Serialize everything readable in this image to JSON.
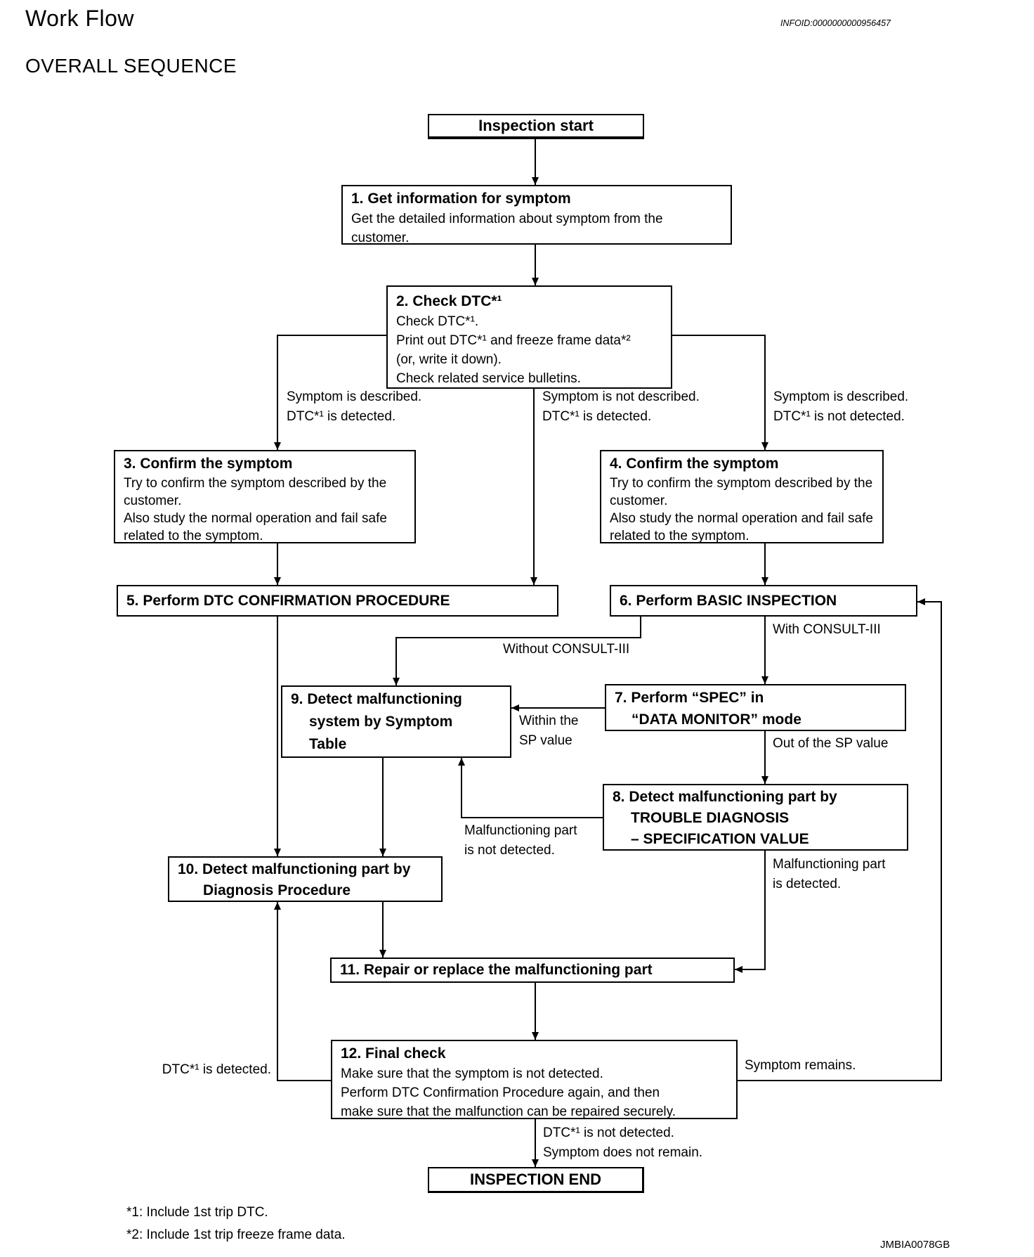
{
  "header": {
    "title": "Work Flow",
    "infoid": "INFOID:0000000000956457",
    "section": "OVERALL SEQUENCE"
  },
  "flowchart": {
    "start": "Inspection start",
    "end": "INSPECTION END",
    "boxes": {
      "b1": {
        "title": "1. Get information for symptom",
        "body": "Get the detailed information about symptom from the\ncustomer."
      },
      "b2": {
        "title": "2. Check DTC*¹",
        "body": "Check DTC*¹.\nPrint out DTC*¹ and freeze frame data*²\n(or, write it down).\nCheck related service bulletins."
      },
      "b3": {
        "title": "3. Confirm the symptom",
        "body": "Try to confirm the symptom described by the\ncustomer.\nAlso study the normal operation and fail safe\nrelated to the symptom."
      },
      "b4": {
        "title": "4. Confirm the symptom",
        "body": "Try to confirm the symptom described by the\ncustomer.\nAlso study the normal operation and fail safe\nrelated to the symptom."
      },
      "b5": {
        "title": "5. Perform DTC CONFIRMATION PROCEDURE"
      },
      "b6": {
        "title": "6. Perform BASIC INSPECTION"
      },
      "b7": {
        "title": "7. Perform “SPEC” in\n“DATA MONITOR” mode"
      },
      "b8": {
        "title": "8. Detect malfunctioning part by\nTROUBLE DIAGNOSIS\n– SPECIFICATION VALUE"
      },
      "b9": {
        "title": "9. Detect malfunctioning\nsystem by Symptom\nTable"
      },
      "b10": {
        "title": "10. Detect malfunctioning part by\nDiagnosis Procedure"
      },
      "b11": {
        "title": "11. Repair or replace the malfunctioning part"
      },
      "b12": {
        "title": "12. Final check",
        "body": "Make sure that the symptom is not detected.\nPerform DTC Confirmation Procedure again, and then\nmake sure that the malfunction can be repaired securely."
      }
    },
    "labels": {
      "left_branch": "Symptom is described.\nDTC*¹ is detected.",
      "mid_branch": "Symptom is not described.\nDTC*¹ is detected.",
      "right_branch": "Symptom is described.\nDTC*¹ is not detected.",
      "without_consult": "Without CONSULT-III",
      "with_consult": "With CONSULT-III",
      "within_sp": "Within the\nSP value",
      "out_sp": "Out of the SP value",
      "part_not_detected": "Malfunctioning part\nis not detected.",
      "part_detected": "Malfunctioning part\nis detected.",
      "dtc_detected": "DTC*¹ is detected.",
      "symptom_remains": "Symptom remains.",
      "final_ok": "DTC*¹ is not detected.\nSymptom does not remain."
    },
    "footnotes": [
      "*1: Include 1st trip DTC.",
      "*2: Include 1st trip freeze frame data."
    ],
    "figure_code": "JMBIA0078GB"
  }
}
